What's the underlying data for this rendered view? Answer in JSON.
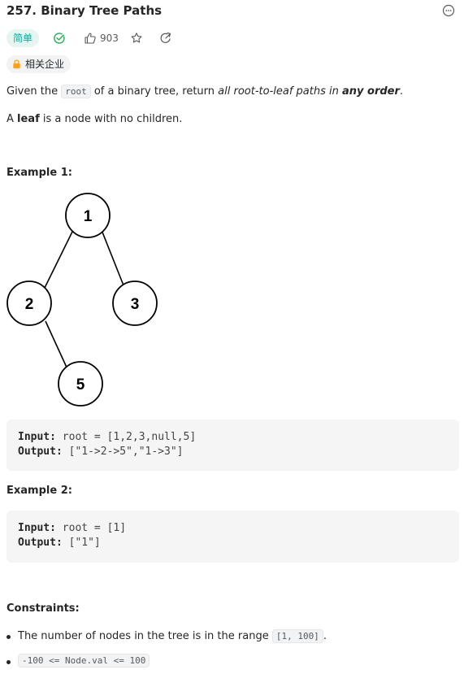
{
  "problem": {
    "title": "257. Binary Tree Paths",
    "difficulty": "简单",
    "likes": "903",
    "company_tag": "相关企业"
  },
  "description": {
    "p1_a": "Given the ",
    "p1_code": "root",
    "p1_b": " of a binary tree, return ",
    "p1_em": "all root-to-leaf paths in ",
    "p1_strong": "any order",
    "p1_end": ".",
    "p2_a": "A ",
    "p2_strong": "leaf",
    "p2_b": " is a node with no children."
  },
  "example1": {
    "heading": "Example 1:",
    "tree_nodes": [
      "1",
      "2",
      "3",
      "5"
    ],
    "input_label": "Input:",
    "input_value": " root = [1,2,3,null,5]",
    "output_label": "Output:",
    "output_value": " [\"1->2->5\",\"1->3\"]"
  },
  "example2": {
    "heading": "Example 2:",
    "input_label": "Input:",
    "input_value": " root = [1]",
    "output_label": "Output:",
    "output_value": " [\"1\"]"
  },
  "constraints": {
    "heading": "Constraints:",
    "c1_a": "The number of nodes in the tree is in the range ",
    "c1_code": "[1, 100]",
    "c1_b": ".",
    "c2_code": "-100 <= Node.val <= 100"
  },
  "icons": [
    "more-icon",
    "check-circle-icon",
    "thumbs-up-icon",
    "star-icon",
    "share-icon",
    "lock-icon"
  ],
  "colors": {
    "easy": "#00af9b",
    "easy_bg": "#e6f5f1",
    "lock": "#ffa116"
  }
}
